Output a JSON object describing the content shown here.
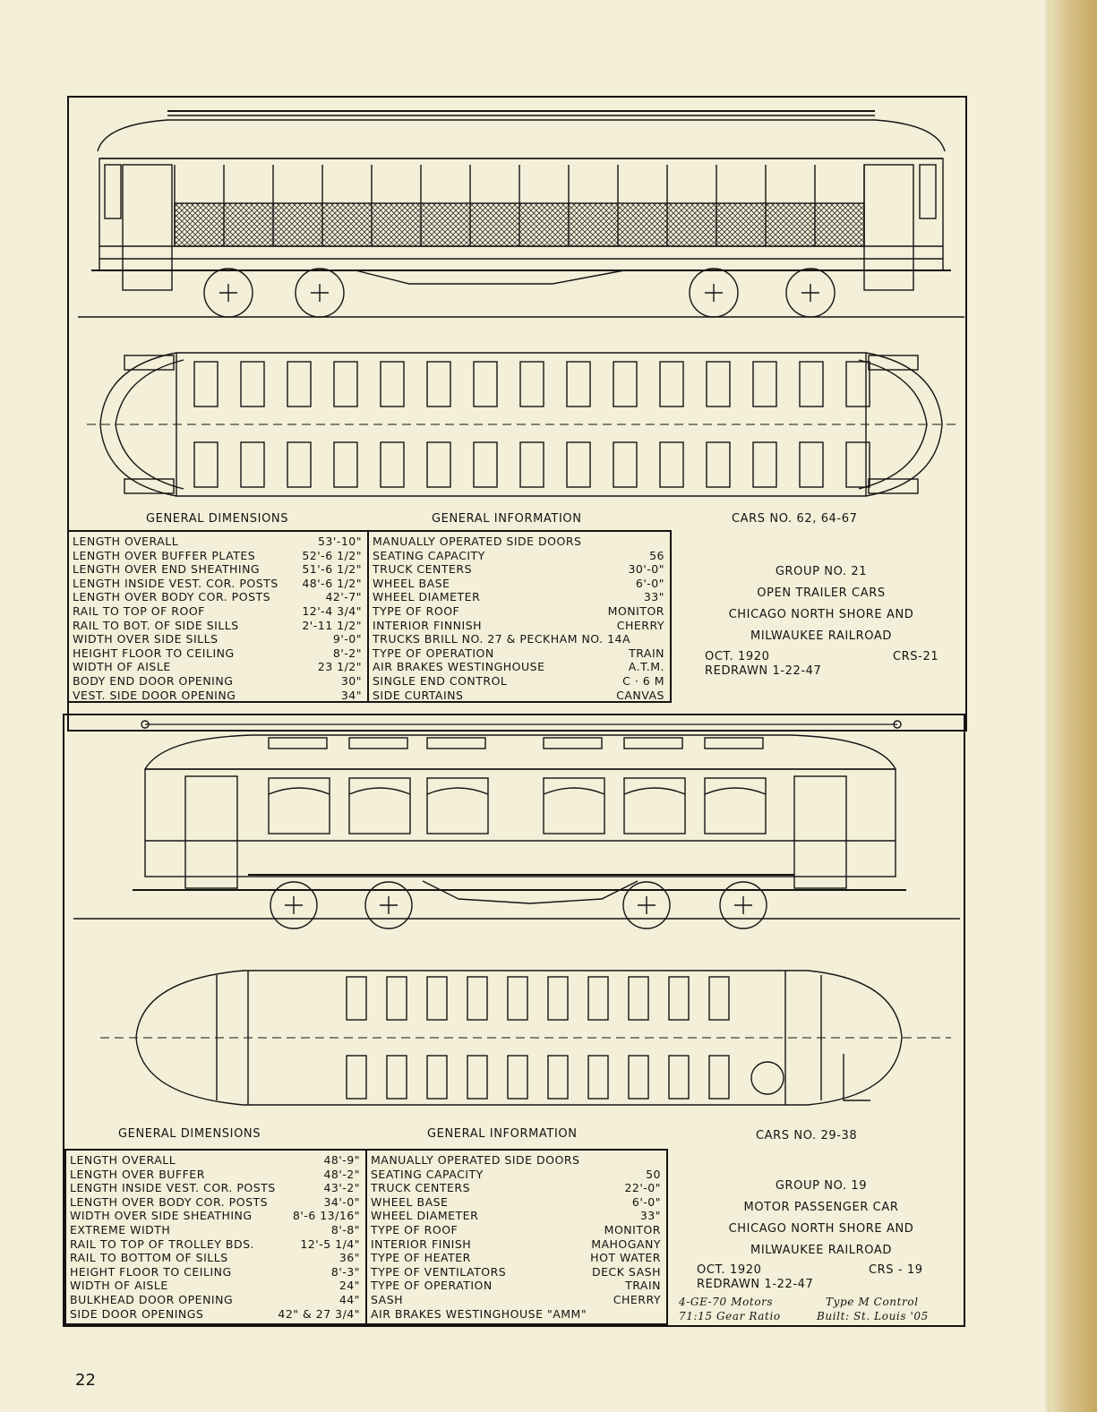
{
  "page_number": "22",
  "top": {
    "captions": {
      "dimensions": "GENERAL  DIMENSIONS",
      "information": "GENERAL  INFORMATION",
      "cars": "CARS  NO.  62,  64-67"
    },
    "dimensions": [
      {
        "label": "LENGTH  OVERALL",
        "value": "53'-10\""
      },
      {
        "label": "LENGTH  OVER  BUFFER  PLATES",
        "value": "52'-6 1/2\""
      },
      {
        "label": "LENGTH  OVER  END  SHEATHING",
        "value": "51'-6 1/2\""
      },
      {
        "label": "LENGTH  INSIDE  VEST. COR. POSTS",
        "value": "48'-6 1/2\""
      },
      {
        "label": "LENGTH  OVER  BODY  COR. POSTS",
        "value": "42'-7\""
      },
      {
        "label": "RAIL  TO  TOP  OF  ROOF",
        "value": "12'-4 3/4\""
      },
      {
        "label": "RAIL  TO  BOT.  OF  SIDE  SILLS",
        "value": "2'-11 1/2\""
      },
      {
        "label": "WIDTH  OVER  SIDE  SILLS",
        "value": "9'-0\""
      },
      {
        "label": "HEIGHT  FLOOR  TO  CEILING",
        "value": "8'-2\""
      },
      {
        "label": "WIDTH  OF  AISLE",
        "value": "23 1/2\""
      },
      {
        "label": "BODY  END  DOOR  OPENING",
        "value": "30\""
      },
      {
        "label": "VEST.  SIDE  DOOR  OPENING",
        "value": "34\""
      }
    ],
    "information": [
      {
        "label": "MANUALLY  OPERATED  SIDE  DOORS",
        "value": ""
      },
      {
        "label": "SEATING  CAPACITY",
        "value": "56"
      },
      {
        "label": "TRUCK  CENTERS",
        "value": "30'-0\""
      },
      {
        "label": "WHEEL  BASE",
        "value": "6'-0\""
      },
      {
        "label": "WHEEL  DIAMETER",
        "value": "33\""
      },
      {
        "label": "TYPE  OF  ROOF",
        "value": "MONITOR"
      },
      {
        "label": "INTERIOR  FINNISH",
        "value": "CHERRY"
      },
      {
        "label": "TRUCKS  BRILL  NO. 27  &  PECKHAM  NO.  14A",
        "value": ""
      },
      {
        "label": "TYPE  OF  OPERATION",
        "value": "TRAIN"
      },
      {
        "label": "AIR  BRAKES  WESTINGHOUSE",
        "value": "A.T.M."
      },
      {
        "label": "SINGLE  END  CONTROL",
        "value": "C · 6     M"
      },
      {
        "label": "SIDE  CURTAINS",
        "value": "CANVAS"
      }
    ],
    "group": "GROUP  NO. 21",
    "car_type": "OPEN  TRAILER  CARS",
    "railroad_1": "CHICAGO  NORTH  SHORE  AND",
    "railroad_2": "MILWAUKEE  RAILROAD",
    "date": "OCT.  1920",
    "code": "CRS-21",
    "redrawn": "REDRAWN  1-22-47"
  },
  "bottom": {
    "captions": {
      "dimensions": "GENERAL  DIMENSIONS",
      "information": "GENERAL  INFORMATION",
      "cars": "CARS  NO.  29-38"
    },
    "dimensions": [
      {
        "label": "LENGTH  OVERALL",
        "value": "48'-9\""
      },
      {
        "label": "LENGTH  OVER  BUFFER",
        "value": "48'-2\""
      },
      {
        "label": "LENGTH  INSIDE  VEST. COR. POSTS",
        "value": "43'-2\""
      },
      {
        "label": "LENGTH  OVER  BODY  COR. POSTS",
        "value": "34'-0\""
      },
      {
        "label": "WIDTH  OVER  SIDE  SHEATHING",
        "value": "8'-6 13/16\""
      },
      {
        "label": "EXTREME  WIDTH",
        "value": "8'-8\""
      },
      {
        "label": "RAIL  TO  TOP  OF  TROLLEY  BDS.",
        "value": "12'-5 1/4\""
      },
      {
        "label": "RAIL  TO  BOTTOM  OF  SILLS",
        "value": "36\""
      },
      {
        "label": "HEIGHT  FLOOR  TO  CEILING",
        "value": "8'-3\""
      },
      {
        "label": "WIDTH  OF  AISLE",
        "value": "24\""
      },
      {
        "label": "BULKHEAD  DOOR  OPENING",
        "value": "44\""
      },
      {
        "label": "SIDE  DOOR  OPENINGS",
        "value": "42\" & 27 3/4\""
      }
    ],
    "information": [
      {
        "label": "MANUALLY  OPERATED  SIDE  DOORS",
        "value": ""
      },
      {
        "label": "SEATING  CAPACITY",
        "value": "50"
      },
      {
        "label": "TRUCK  CENTERS",
        "value": "22'-0\""
      },
      {
        "label": "WHEEL  BASE",
        "value": "6'-0\""
      },
      {
        "label": "WHEEL  DIAMETER",
        "value": "33\""
      },
      {
        "label": "TYPE  OF  ROOF",
        "value": "MONITOR"
      },
      {
        "label": "INTERIOR  FINISH",
        "value": "MAHOGANY"
      },
      {
        "label": "TYPE  OF  HEATER",
        "value": "HOT  WATER"
      },
      {
        "label": "TYPE  OF  VENTILATORS",
        "value": "DECK  SASH"
      },
      {
        "label": "TYPE  OF  OPERATION",
        "value": "TRAIN"
      },
      {
        "label": "SASH",
        "value": "CHERRY"
      },
      {
        "label": "AIR  BRAKES    WESTINGHOUSE  \"AMM\"",
        "value": ""
      }
    ],
    "group": "GROUP  NO. 19",
    "car_type": "MOTOR  PASSENGER  CAR",
    "railroad_1": "CHICAGO  NORTH  SHORE  AND",
    "railroad_2": "MILWAUKEE  RAILROAD",
    "date": "OCT.  1920",
    "code": "CRS - 19",
    "redrawn": "REDRAWN  1-22-47",
    "note_motors": "4-GE-70 Motors",
    "note_gear": "71:15 Gear Ratio",
    "note_control": "Type M Control",
    "note_built": "Built: St. Louis '05"
  }
}
